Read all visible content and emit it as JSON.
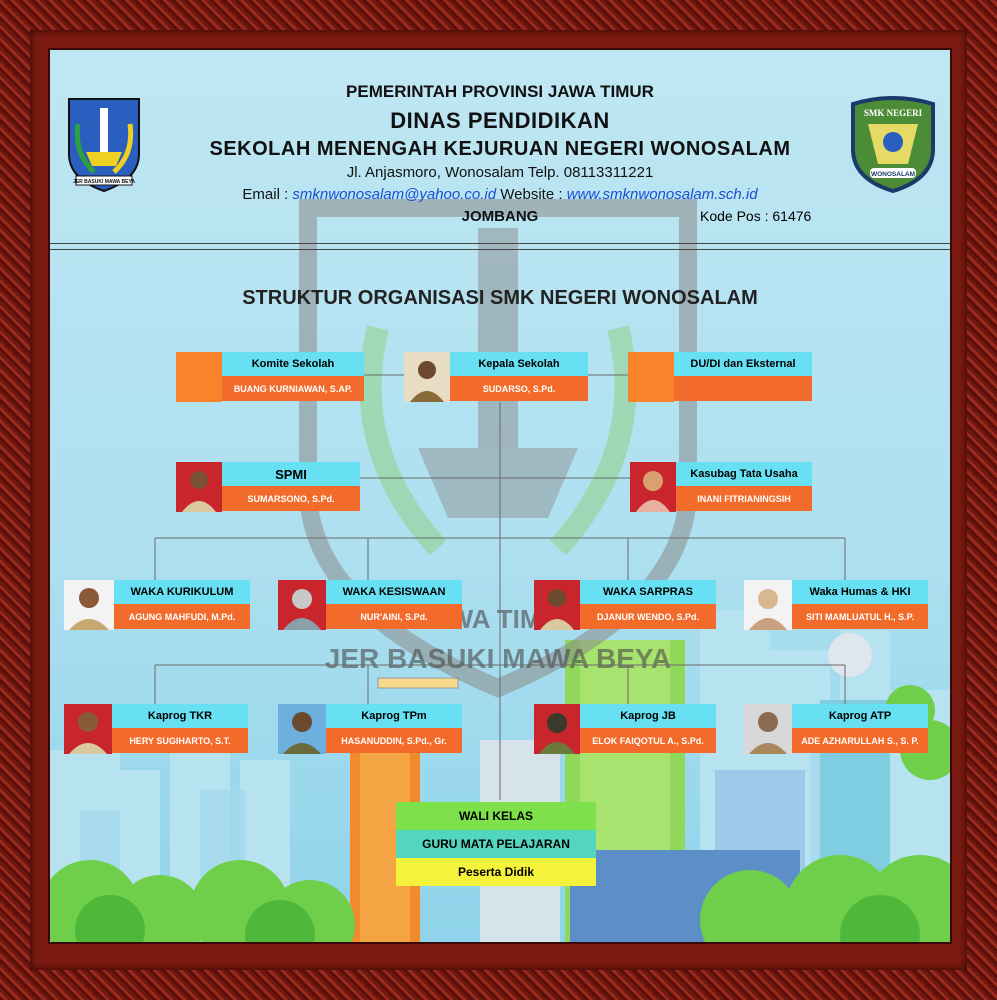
{
  "header": {
    "line1": "PEMERINTAH PROVINSI JAWA TIMUR",
    "line2": "DINAS PENDIDIKAN",
    "line3": "SEKOLAH MENENGAH KEJURUAN NEGERI WONOSALAM",
    "address": "Jl. Anjasmoro, Wonosalam  Telp. 08113311221",
    "email_label": "Email : ",
    "email": "smknwonosalam@yahoo.co.id",
    "website_label": "  Website : ",
    "website": "www.smknwonosalam.sch.id",
    "city": "JOMBANG",
    "kode_pos": "Kode Pos : 61476"
  },
  "logo_left": {
    "text": "JER BASUKI MAWA BEYA"
  },
  "logo_right": {
    "top": "SMK NEGERI",
    "bottom": "WONOSALAM"
  },
  "watermark": {
    "text1": "JAWA TIMUR",
    "text2": "JER BASUKI MAWA BEYA"
  },
  "title": "STRUKTUR ORGANISASI SMK NEGERI WONOSALAM",
  "roles": {
    "komite": {
      "title": "Komite Sekolah",
      "name": "BUANG KURNIAWAN, S.AP."
    },
    "kepsek": {
      "title": "Kepala Sekolah",
      "name": "SUDARSO, S.Pd."
    },
    "dudi": {
      "title": "DU/DI dan Eksternal",
      "name": ""
    },
    "spmi": {
      "title": "SPMI",
      "name": "SUMARSONO, S.Pd."
    },
    "kasubag": {
      "title": "Kasubag Tata Usaha",
      "name": "INANI FITRIANINGSIH"
    },
    "kurikulum": {
      "title": "WAKA KURIKULUM",
      "name": "AGUNG MAHFUDI, M.Pd."
    },
    "kesiswaan": {
      "title": "WAKA KESISWAAN",
      "name": "NUR'AINI, S.Pd."
    },
    "sarpras": {
      "title": "WAKA SARPRAS",
      "name": "DJANUR WENDO, S.Pd."
    },
    "humas": {
      "title": "Waka Humas & HKI",
      "name": "SITI MAMLUATUL H., S.P."
    },
    "tkr": {
      "title": "Kaprog TKR",
      "name": "HERY SUGIHARTO, S.T."
    },
    "tpm": {
      "title": "Kaprog TPm",
      "name": "HASANUDDIN, S.Pd., Gr."
    },
    "jb": {
      "title": "Kaprog JB",
      "name": "ELOK FAIQOTUL A., S.Pd."
    },
    "atp": {
      "title": "Kaprog ATP",
      "name": "ADE AZHARULLAH S., S. P."
    }
  },
  "bottom": {
    "wali": "WALI KELAS",
    "guru": "GURU MATA PELAJARAN",
    "peserta": "Peserta Didik"
  },
  "colors": {
    "title_bar": "#66e0f2",
    "name_bar": "#f36b2a",
    "wali": "#7ee04a",
    "guru": "#52d6c0",
    "peserta": "#f4f23a"
  }
}
